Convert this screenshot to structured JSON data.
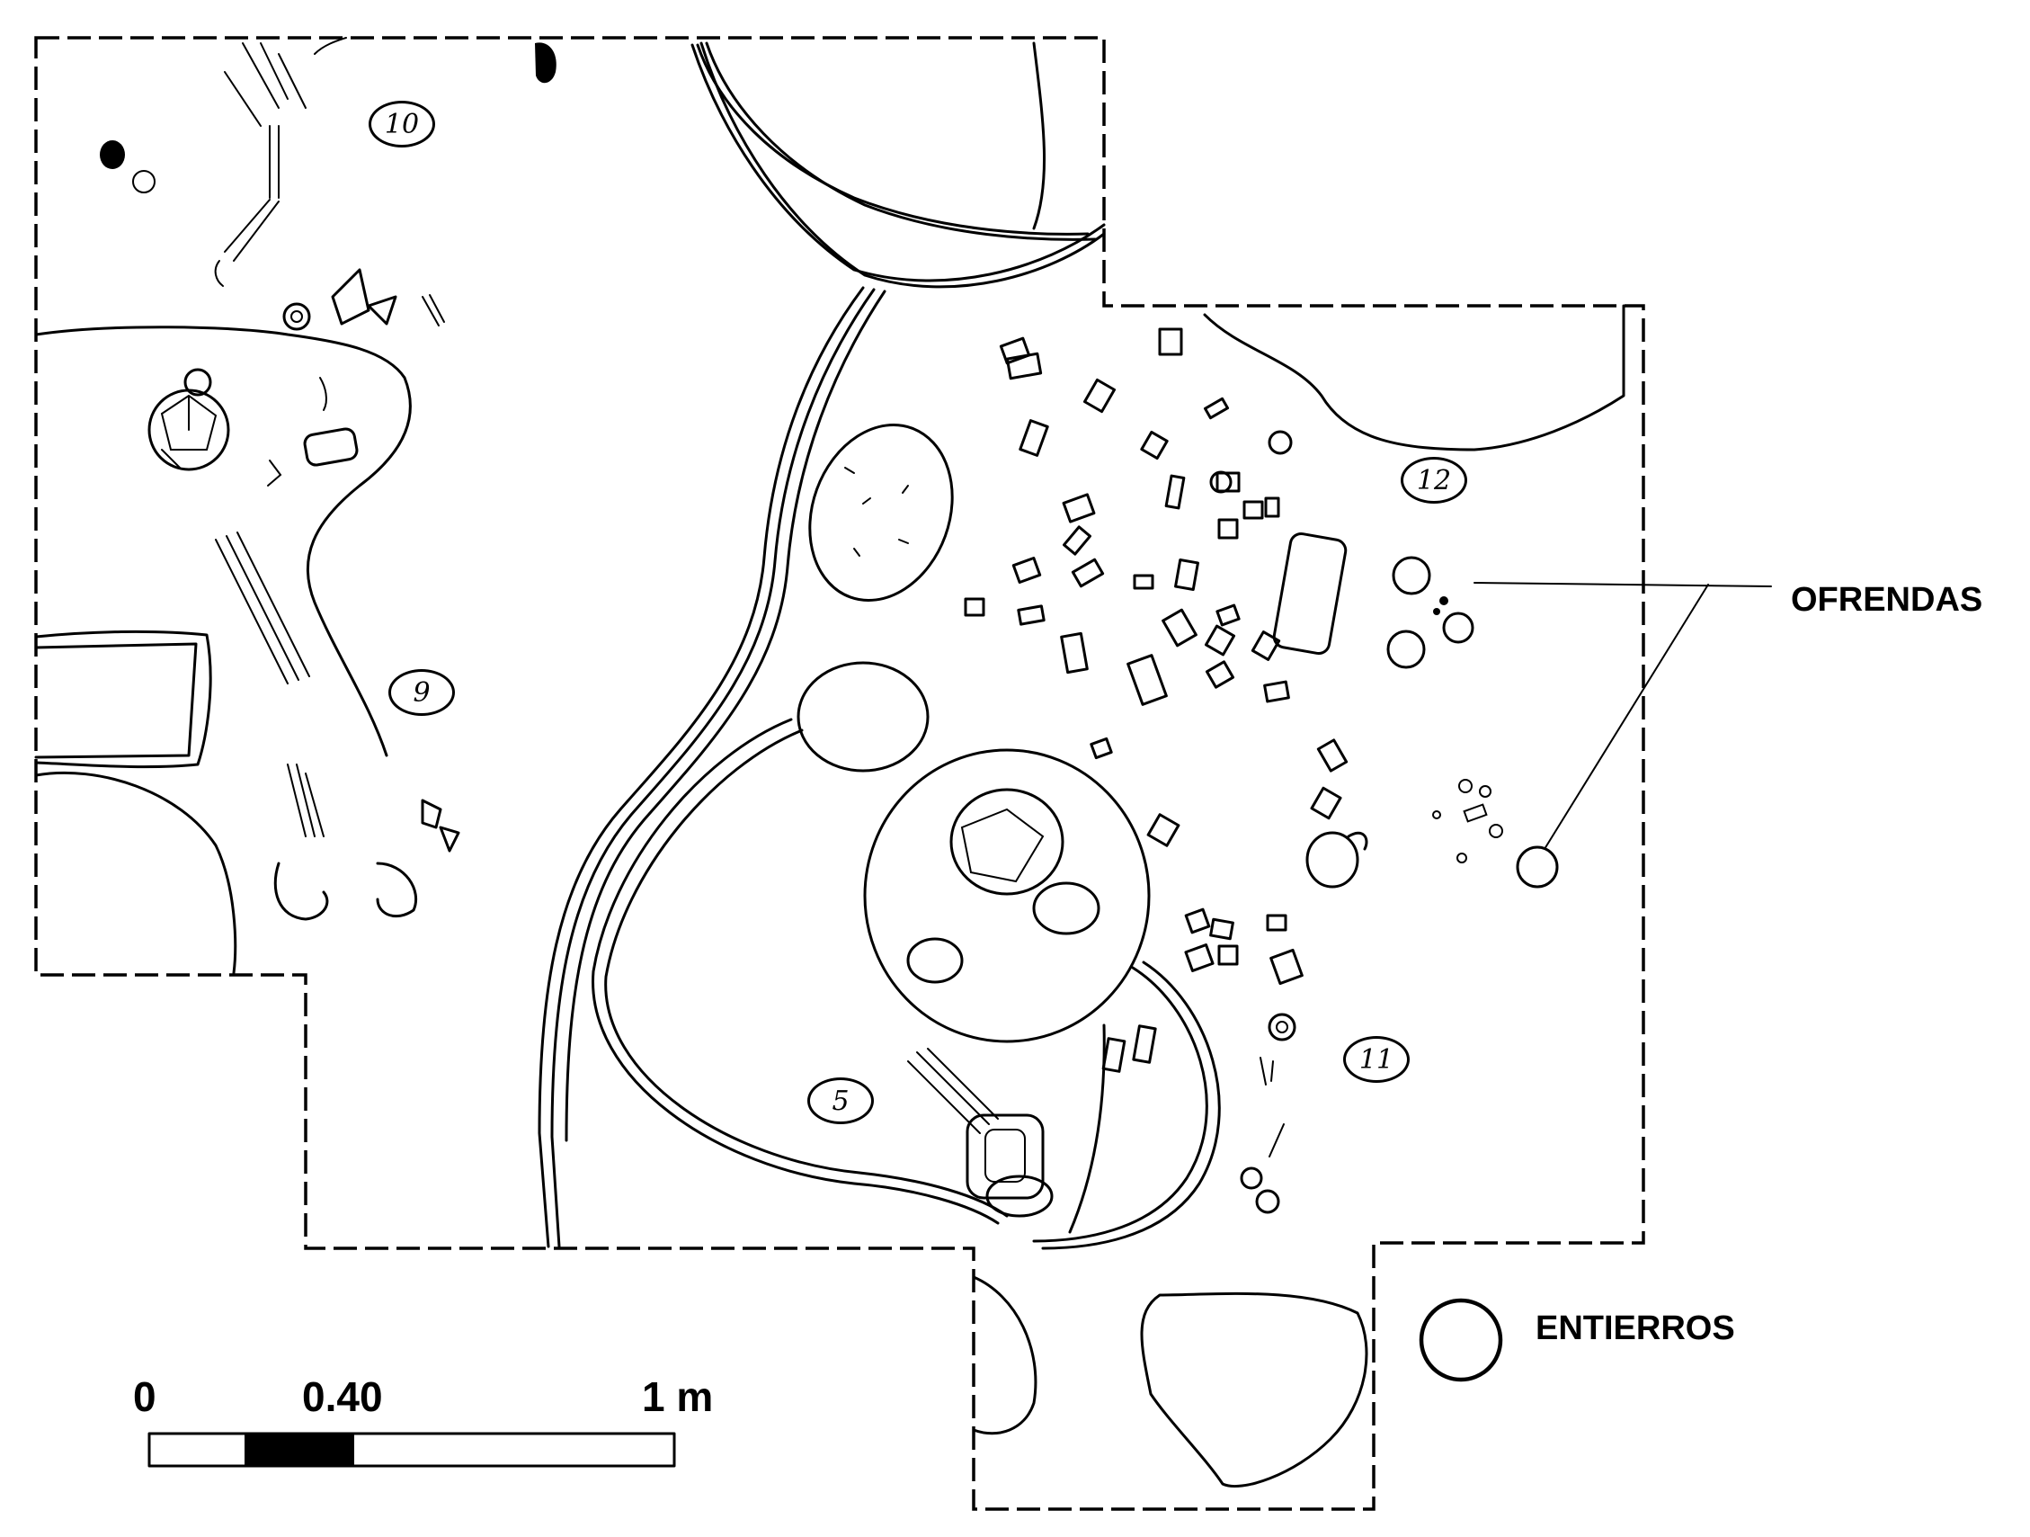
{
  "legend": {
    "offerings_label": "OFRENDAS",
    "burials_label": "ENTIERROS"
  },
  "burials": [
    {
      "id": "10"
    },
    {
      "id": "9"
    },
    {
      "id": "12"
    },
    {
      "id": "11"
    },
    {
      "id": "5"
    }
  ],
  "scale_bar": {
    "tick_0": "0",
    "tick_mid": "0.40",
    "tick_end": "1 m",
    "values_m": [
      0,
      0.2,
      0.4,
      1.0
    ]
  }
}
